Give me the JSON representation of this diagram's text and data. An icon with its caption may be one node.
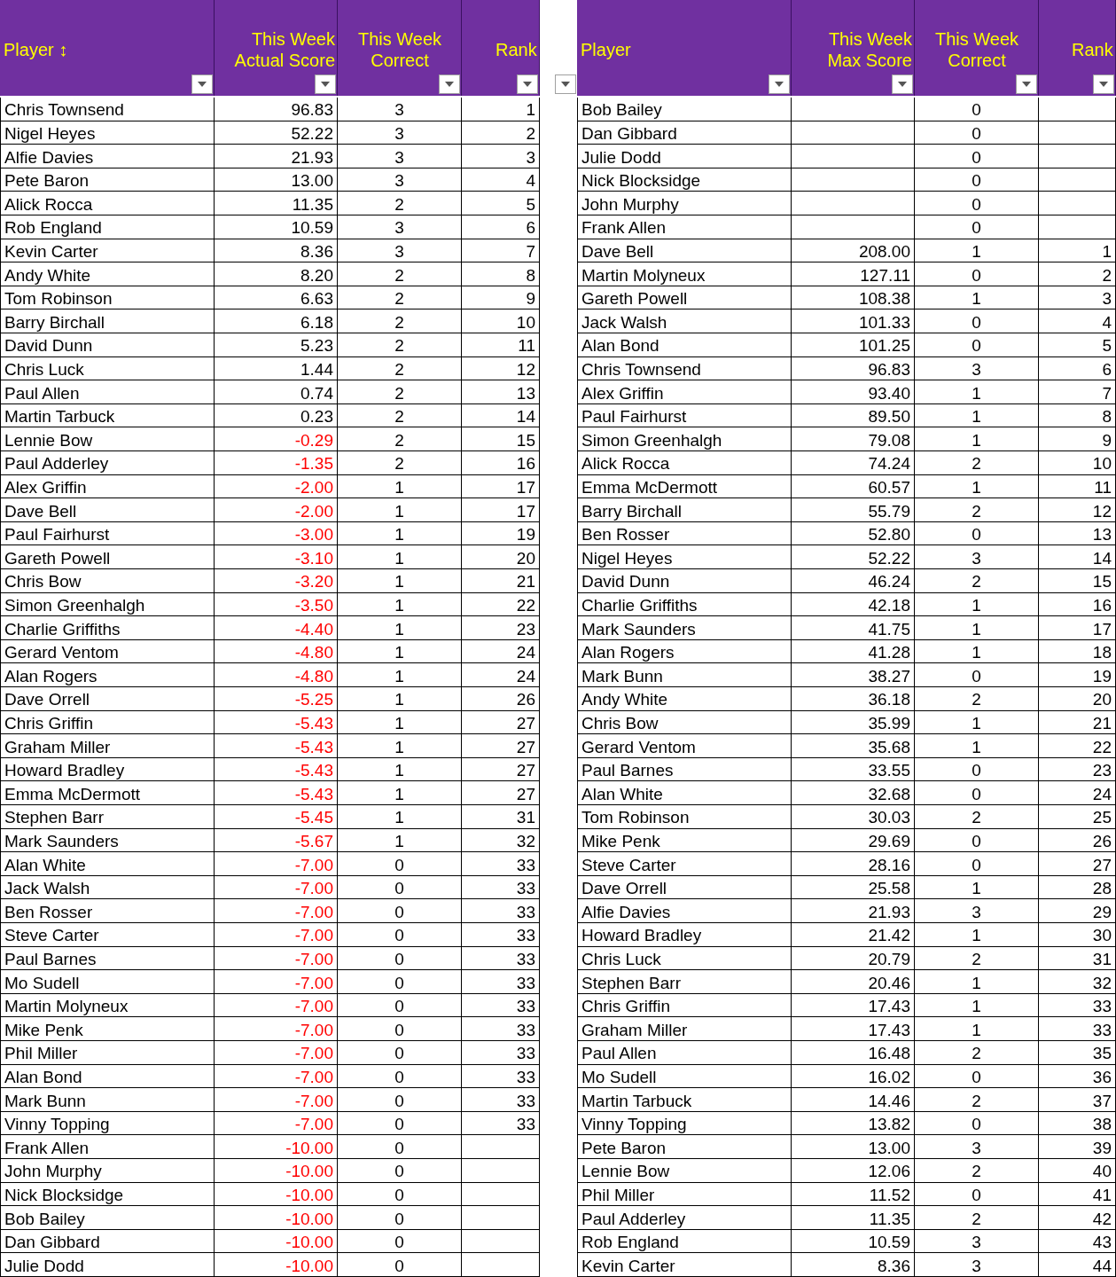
{
  "diagram": {
    "labels": [
      "Player ↕",
      "This Week Actual Score",
      "This Week Correct",
      "Rank",
      "Chris Townsend",
      "96.83",
      "3",
      "1",
      "Nigel Heyes",
      "52.22",
      "3",
      "2",
      "Alfie Davies",
      "21.93",
      "3",
      "3",
      "Pete Baron",
      "13.00",
      "3",
      "4",
      "Alick Rocca",
      "11.35",
      "2",
      "5",
      "Rob England",
      "10.59",
      "3",
      "6",
      "Kevin Carter",
      "8.36",
      "3",
      "7",
      "Andy White",
      "8.20",
      "2",
      "8",
      "Tom Robinson",
      "6.63",
      "2",
      "9",
      "Barry Birchall",
      "6.18",
      "2",
      "10",
      "David Dunn",
      "5.23",
      "2",
      "11",
      "Chris Luck",
      "1.44",
      "2",
      "12",
      "Paul Allen",
      "0.74",
      "2",
      "13",
      "Martin Tarbuck",
      "0.23",
      "2",
      "14",
      "Lennie Bow",
      "-0.29",
      "2",
      "15",
      "Paul Adderley",
      "-1.35",
      "2",
      "16",
      "Alex Griffin",
      "-2.00",
      "1",
      "17",
      "Dave Bell",
      "-2.00",
      "1",
      "17",
      "Paul Fairhurst",
      "-3.00",
      "1",
      "19",
      "Gareth Powell",
      "-3.10",
      "1",
      "20",
      "Chris Bow",
      "-3.20",
      "1",
      "21",
      "Simon Greenhalgh",
      "-3.50",
      "1",
      "22",
      "Charlie Griffiths",
      "-4.40",
      "1",
      "23",
      "Gerard Ventom",
      "-4.80",
      "1",
      "24",
      "Alan Rogers",
      "-4.80",
      "1",
      "24",
      "Dave Orrell",
      "-5.25",
      "1",
      "26",
      "Chris Griffin",
      "-5.43",
      "1",
      "27",
      "Graham Miller",
      "-5.43",
      "1",
      "27",
      "Howard Bradley",
      "-5.43",
      "1",
      "27",
      "Emma McDermott",
      "-5.43",
      "1",
      "27",
      "Stephen Barr",
      "-5.45",
      "1",
      "31",
      "Mark Saunders",
      "-5.67",
      "1",
      "32",
      "Alan White",
      "-7.00",
      "0",
      "33",
      "Jack Walsh",
      "-7.00",
      "0",
      "33",
      "Ben Rosser",
      "-7.00",
      "0",
      "33",
      "Steve Carter",
      "-7.00",
      "0",
      "33",
      "Paul Barnes",
      "-7.00",
      "0",
      "33",
      "Mo Sudell",
      "-7.00",
      "0",
      "33",
      "Martin Molyneux",
      "-7.00",
      "0",
      "33",
      "Mike Penk",
      "-7.00",
      "0",
      "33",
      "Phil Miller",
      "-7.00",
      "0",
      "33",
      "Alan Bond",
      "-7.00",
      "0",
      "33",
      "Mark Bunn",
      "-7.00",
      "0",
      "33",
      "Vinny Topping",
      "-7.00",
      "0",
      "33",
      "Frank Allen",
      "-10.00",
      "0",
      "John Murphy",
      "-10.00",
      "0",
      "Nick Blocksidge",
      "-10.00",
      "0",
      "Bob Bailey",
      "-10.00",
      "0",
      "Dan Gibbard",
      "-10.00",
      "0",
      "Julie Dodd",
      "-10.00",
      "0",
      "Player",
      "This Week Max Score",
      "This Week Correct",
      "Rank",
      "Bob Bailey",
      "0",
      "Dan Gibbard",
      "0",
      "Julie Dodd",
      "0",
      "Nick Blocksidge",
      "0",
      "John Murphy",
      "0",
      "Frank Allen",
      "0",
      "Dave Bell",
      "208.00",
      "1",
      "1",
      "Martin Molyneux",
      "127.11",
      "0",
      "2",
      "Gareth Powell",
      "108.38",
      "1",
      "3",
      "Jack Walsh",
      "101.33",
      "0",
      "4",
      "Alan Bond",
      "101.25",
      "0",
      "5",
      "Chris Townsend",
      "96.83",
      "3",
      "6",
      "Alex Griffin",
      "93.40",
      "1",
      "7",
      "Paul Fairhurst",
      "89.50",
      "1",
      "8",
      "Simon Greenhalgh",
      "79.08",
      "1",
      "9",
      "Alick Rocca",
      "74.24",
      "2",
      "10",
      "Emma McDermott",
      "60.57",
      "1",
      "11",
      "Barry Birchall",
      "55.79",
      "2",
      "12",
      "Ben Rosser",
      "52.80",
      "0",
      "13",
      "Nigel Heyes",
      "52.22",
      "3",
      "14",
      "David Dunn",
      "46.24",
      "2",
      "15",
      "Charlie Griffiths",
      "42.18",
      "1",
      "16",
      "Mark Saunders",
      "41.75",
      "1",
      "17",
      "Alan Rogers",
      "41.28",
      "1",
      "18",
      "Mark Bunn",
      "38.27",
      "0",
      "19",
      "Andy White",
      "36.18",
      "2",
      "20",
      "Chris Bow",
      "35.99",
      "1",
      "21",
      "Gerard Ventom",
      "35.68",
      "1",
      "22",
      "Paul Barnes",
      "33.55",
      "0",
      "23",
      "Alan White",
      "32.68",
      "0",
      "24",
      "Tom Robinson",
      "30.03",
      "2",
      "25",
      "Mike Penk",
      "29.69",
      "0",
      "26",
      "Steve Carter",
      "28.16",
      "0",
      "27",
      "Dave Orrell",
      "25.58",
      "1",
      "28",
      "Alfie Davies",
      "21.93",
      "3",
      "29",
      "Howard Bradley",
      "21.42",
      "1",
      "30",
      "Chris Luck",
      "20.79",
      "2",
      "31",
      "Stephen Barr",
      "20.46",
      "1",
      "32",
      "Chris Griffin",
      "17.43",
      "1",
      "33",
      "Graham Miller",
      "17.43",
      "1",
      "33",
      "Paul Allen",
      "16.48",
      "2",
      "35",
      "Mo Sudell",
      "16.02",
      "0",
      "36",
      "Martin Tarbuck",
      "14.46",
      "2",
      "37",
      "Vinny Topping",
      "13.82",
      "0",
      "38",
      "Pete Baron",
      "13.00",
      "3",
      "39",
      "Lennie Bow",
      "12.06",
      "2",
      "40",
      "Phil Miller",
      "11.52",
      "0",
      "41",
      "Paul Adderley",
      "11.35",
      "2",
      "42",
      "Rob England",
      "10.59",
      "3",
      "43",
      "Kevin Carter",
      "8.36",
      "3",
      "44"
    ]
  }
}
